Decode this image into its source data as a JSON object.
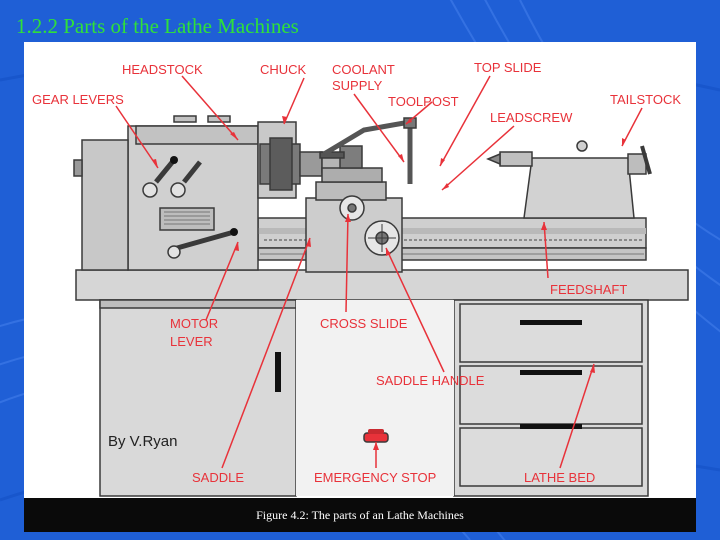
{
  "title": "1.2.2 Parts of the Lathe Machines",
  "caption": "Figure 4.2: The parts of an Lathe Machines",
  "credit": "By V.Ryan",
  "labels": {
    "headstock": "HEADSTOCK",
    "chuck": "CHUCK",
    "coolant_supply_line1": "COOLANT",
    "coolant_supply_line2": "SUPPLY",
    "top_slide": "TOP SLIDE",
    "gear_levers": "GEAR LEVERS",
    "toolpost": "TOOLPOST",
    "leadscrew": "LEADSCREW",
    "tailstock": "TAILSTOCK",
    "feedshaft": "FEEDSHAFT",
    "motor_lever_line1": "MOTOR",
    "motor_lever_line2": "LEVER",
    "cross_slide": "CROSS SLIDE",
    "saddle_handle": "SADDLE HANDLE",
    "saddle": "SADDLE",
    "emergency_stop": "EMERGENCY STOP",
    "lathe_bed": "LATHE BED"
  },
  "colors": {
    "slide_background": "#1f5fd6",
    "title": "#2fe03a",
    "label_text": "#e8323a",
    "leader_line": "#e8323a",
    "machine_body": "#d4d4d4",
    "machine_outline": "#3a3a3a"
  }
}
